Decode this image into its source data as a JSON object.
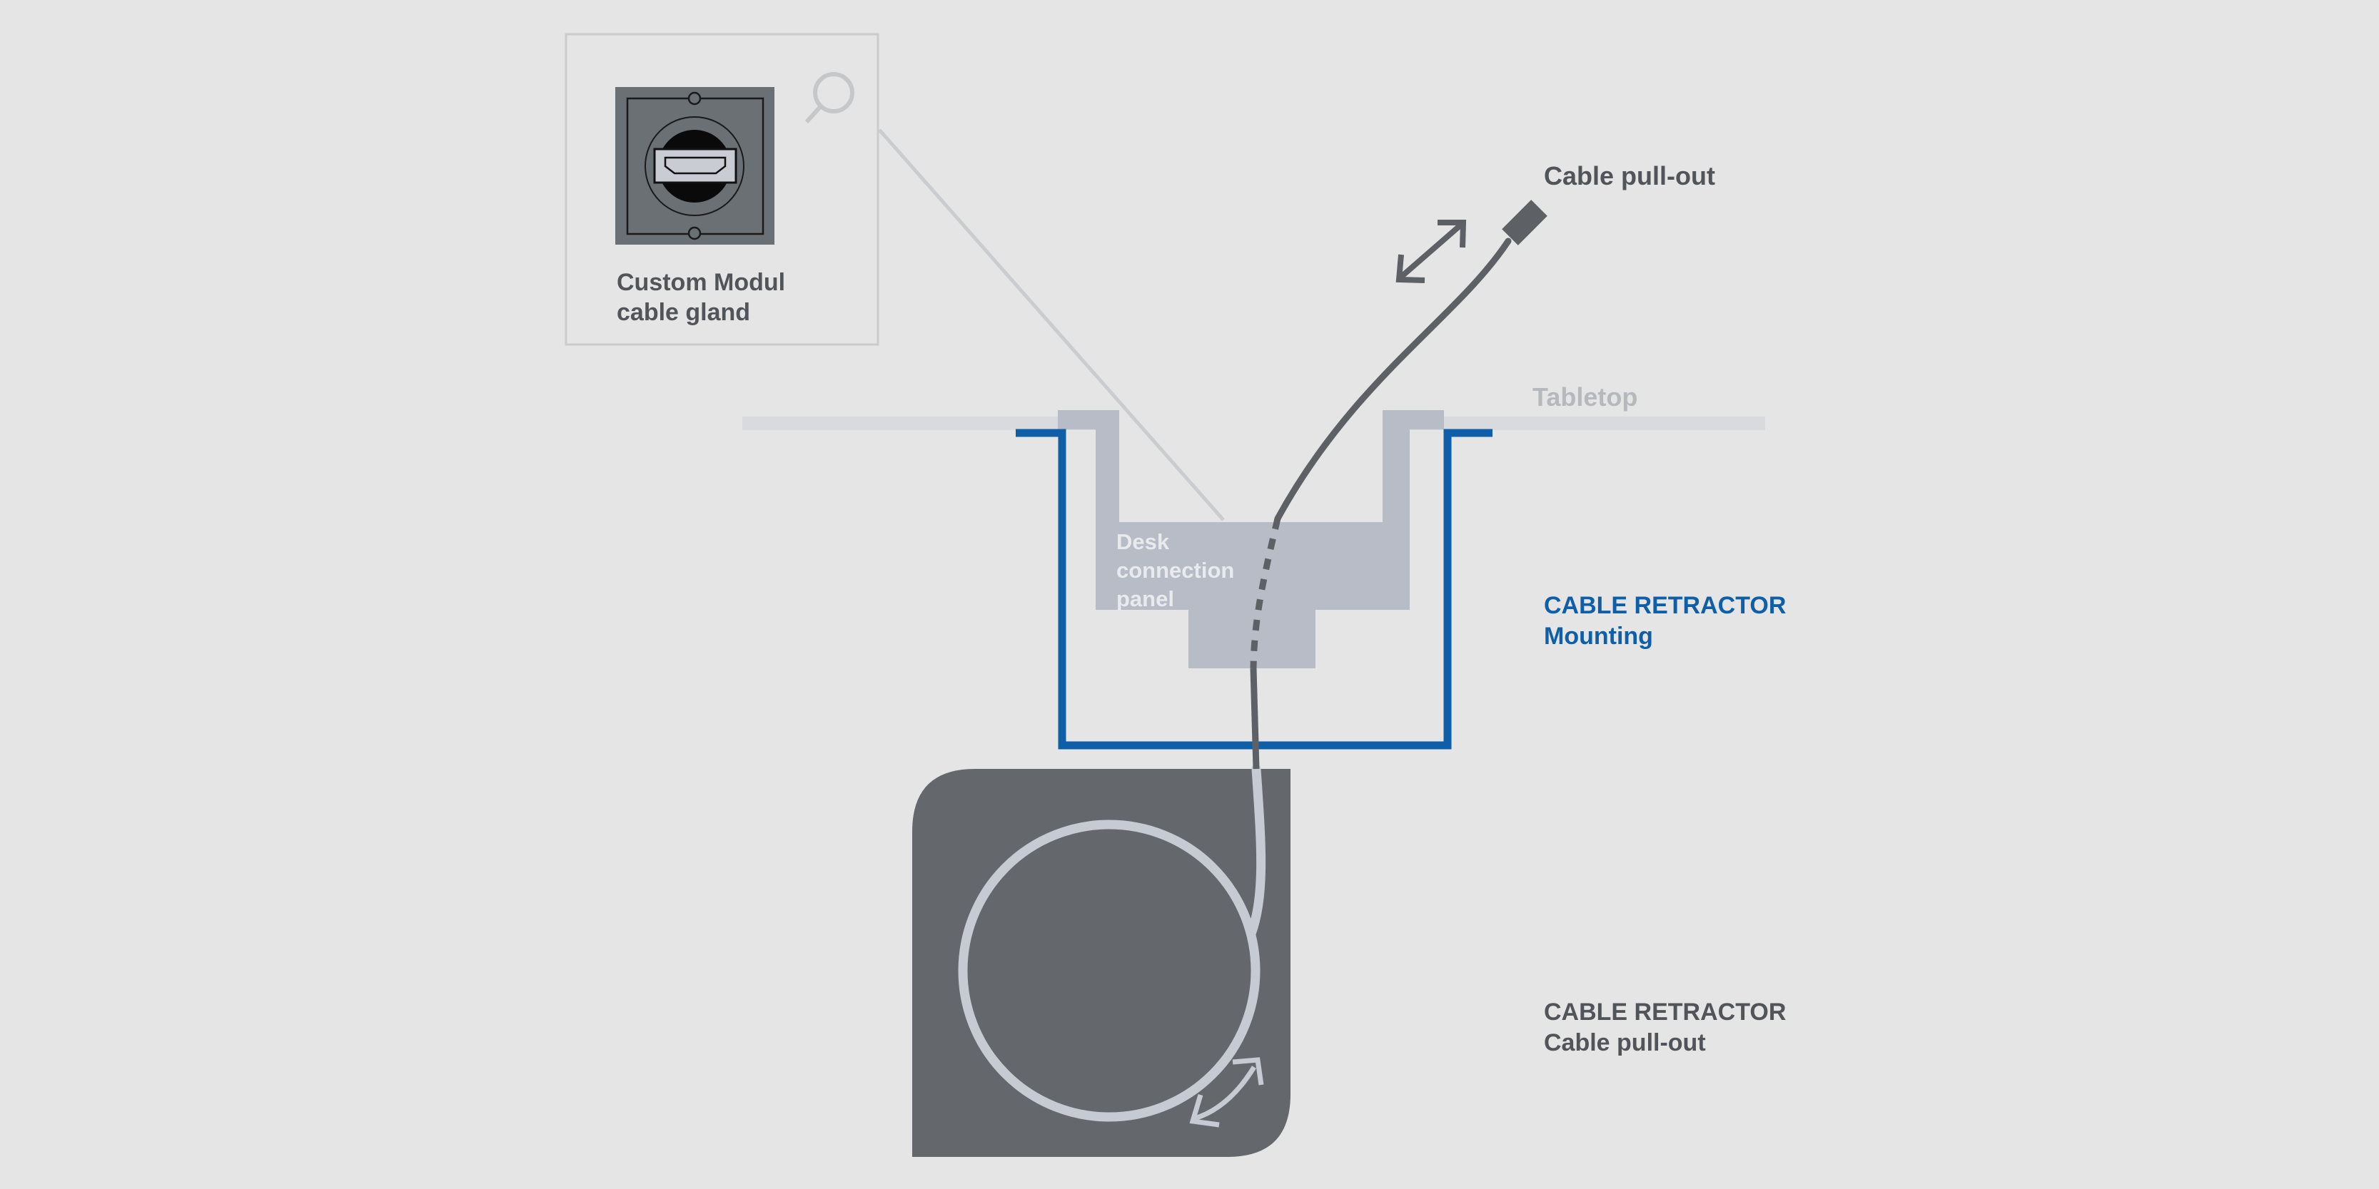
{
  "colors": {
    "background": "#e5e5e5",
    "accent_blue": "#0e5fa8",
    "retractor_box_gray": "#64686d",
    "module_gray": "#6b7075",
    "panel_gray": "#b7bcc6",
    "tabletop_gray": "#d8dade",
    "cable_dark": "#5d6165",
    "cable_light": "#c5cad3",
    "label_dark": "#515459",
    "label_muted": "#b5b8bc",
    "panel_text": "#e9eaed",
    "outline_gray": "#cbcbcb",
    "callout_gray": "#caccd0"
  },
  "icons": {
    "magnifier": "magnifier-icon",
    "cable_gland_module": "hdmi-cable-gland-icon",
    "pull_arrow": "double-arrow-diagonal-icon",
    "retract_arrow": "double-arrow-curved-icon"
  },
  "inset": {
    "label_line1": "Custom Modul",
    "label_line2": "cable gland"
  },
  "labels": {
    "cable_pullout_top": "Cable pull-out",
    "tabletop": "Tabletop",
    "panel_line1": "Desk",
    "panel_line2": "connection",
    "panel_line3": "panel",
    "mounting_line1": "CABLE RETRACTOR",
    "mounting_line2": "Mounting",
    "retractor_line1": "CABLE RETRACTOR",
    "retractor_line2": "Cable pull-out"
  }
}
